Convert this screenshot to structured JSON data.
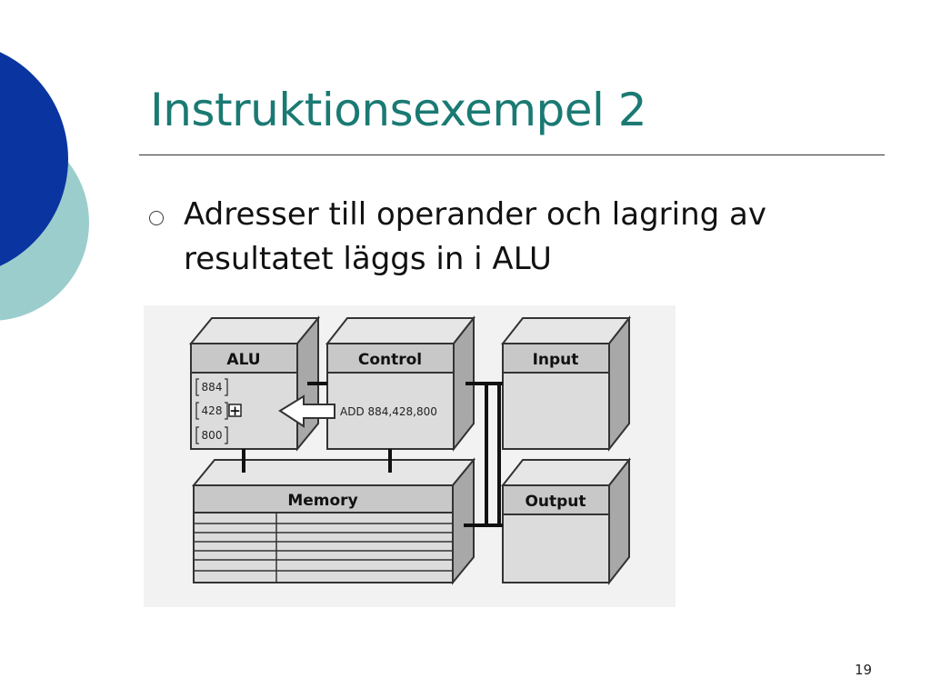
{
  "slide": {
    "title": "Instruktionsexempel 2",
    "bullet": "Adresser till operander och lagring av resultatet läggs in i ALU",
    "page_number": "19"
  },
  "diagram": {
    "alu_label": "ALU",
    "alu_registers": [
      "884",
      "428",
      "800"
    ],
    "plus_symbol": "+",
    "control_label": "Control",
    "instruction": "ADD 884,428,800",
    "input_label": "Input",
    "memory_label": "Memory",
    "output_label": "Output"
  },
  "theme": {
    "title_color": "#1a7a73",
    "circle_dark": "#0a35a0",
    "circle_light": "#9ccdcd",
    "box_fill": "#dcdcdc",
    "box_side": "#a8a8a8",
    "box_header": "#c8c8c8"
  }
}
